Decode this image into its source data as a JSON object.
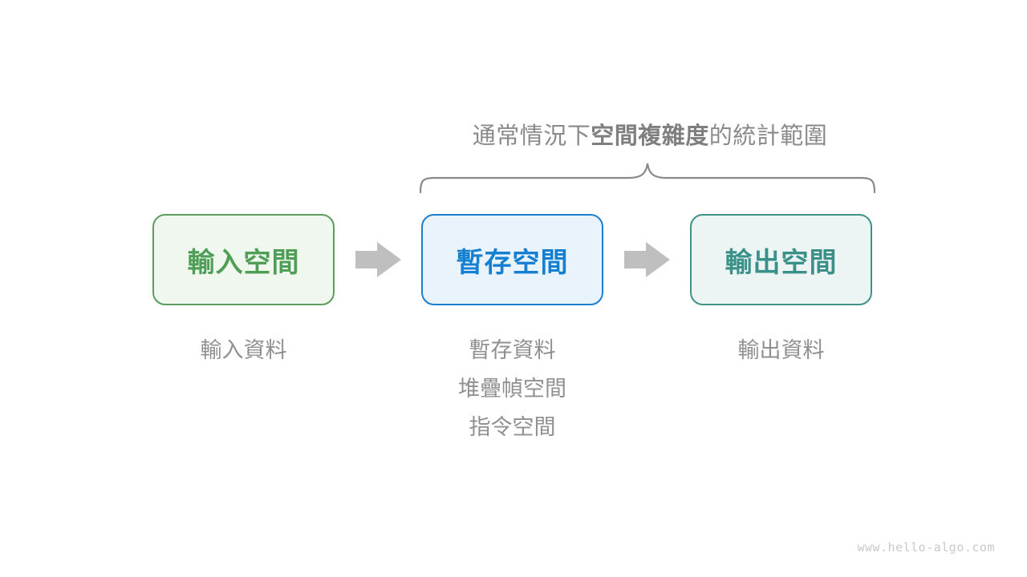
{
  "page": {
    "background": "#ffffff"
  },
  "scope_label": {
    "prefix": "通常情況下",
    "bold": "空間複雜度",
    "suffix": "的統計範圍"
  },
  "boxes": [
    {
      "id": "input",
      "label": "輸入空間",
      "border": "#5a9e5d",
      "background": "#f0f7ee",
      "text_color": "#4f9e55"
    },
    {
      "id": "temp",
      "label": "暫存空間",
      "border": "#1c7ed0",
      "background": "#e9f3fc",
      "text_color": "#1580d1"
    },
    {
      "id": "output",
      "label": "輸出空間",
      "border": "#3e9289",
      "background": "#ecf5f3",
      "text_color": "#3b9189"
    }
  ],
  "annotations": {
    "input": [
      "輸入資料"
    ],
    "temp": [
      "暫存資料",
      "堆疊幀空間",
      "指令空間"
    ],
    "output": [
      "輸出資料"
    ]
  },
  "arrow_color": "#bfbfbf",
  "brace_color": "#8a8a8a",
  "label_color": "#909090",
  "watermark": "www.hello-algo.com"
}
